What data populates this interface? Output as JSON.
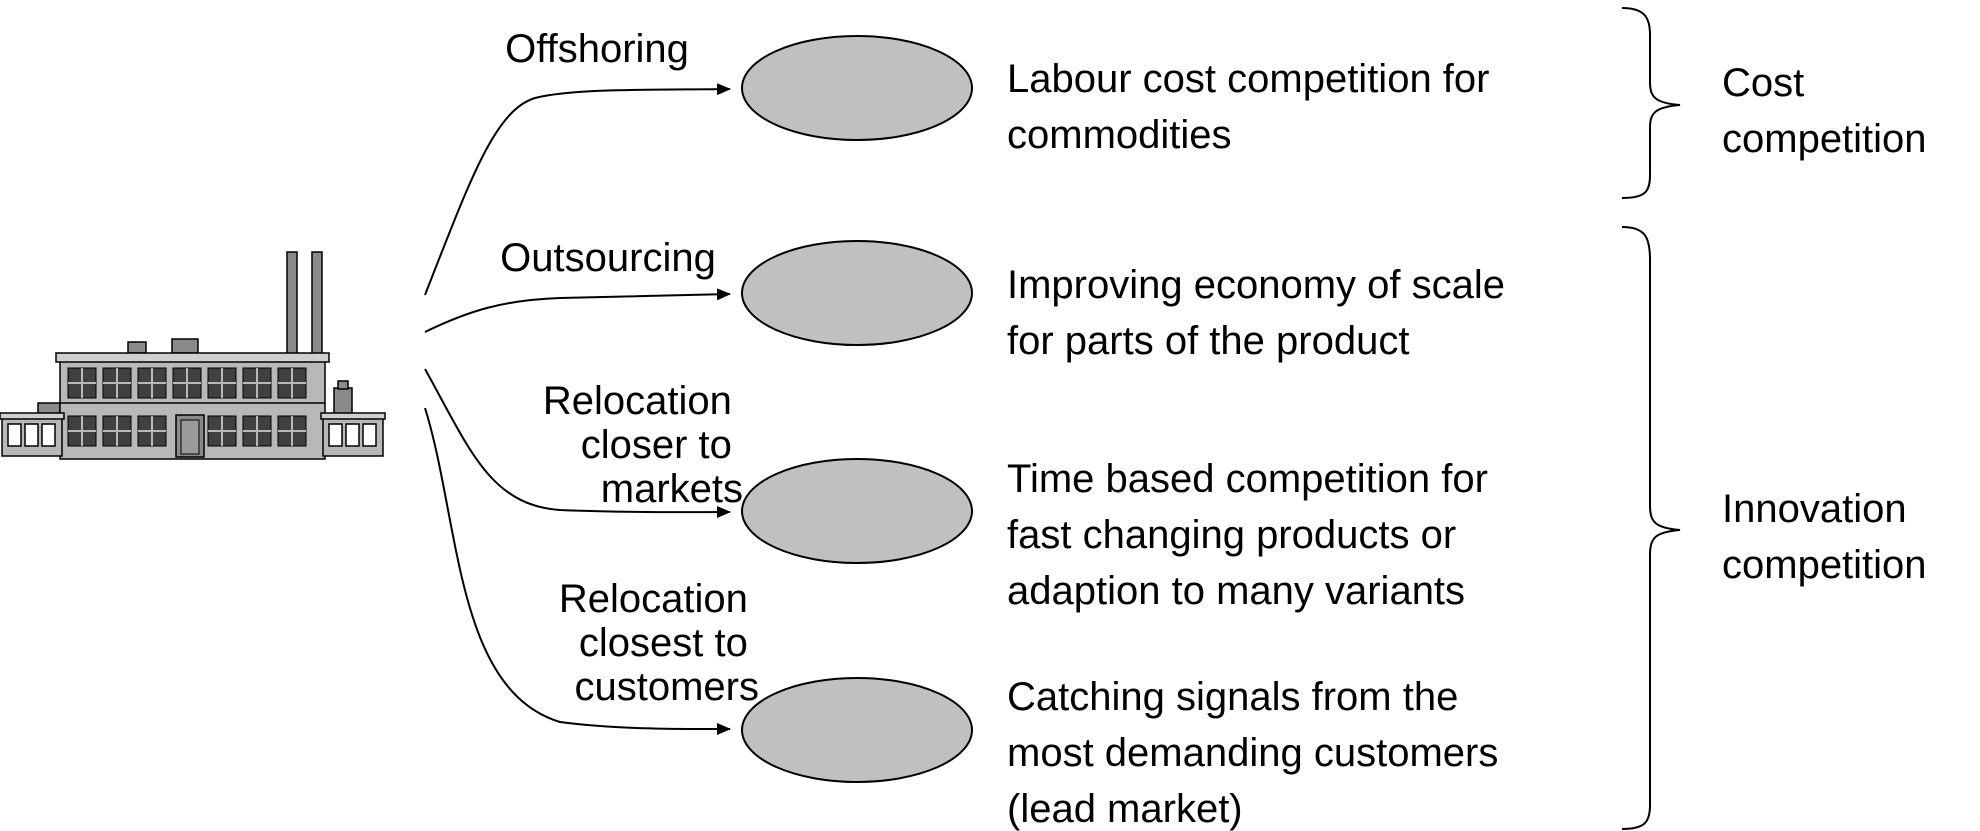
{
  "diagram": {
    "colors": {
      "ellipse_fill": "#c0c0c0",
      "stroke": "#000000",
      "factory_body": "#b8b8b8",
      "factory_window": "#404040"
    },
    "source_icon": "factory-icon",
    "strategies": [
      {
        "label_lines": [
          "Offshoring"
        ],
        "description_lines": [
          "Labour cost competition for",
          "commodities"
        ]
      },
      {
        "label_lines": [
          "Outsourcing"
        ],
        "description_lines": [
          "Improving economy of scale",
          "for parts of the product"
        ]
      },
      {
        "label_lines": [
          "Relocation",
          "closer to",
          "markets"
        ],
        "description_lines": [
          "Time based competition for",
          "fast changing products or",
          "adaption to many variants"
        ]
      },
      {
        "label_lines": [
          "Relocation",
          "closest to",
          "customers"
        ],
        "description_lines": [
          "Catching signals from the",
          "most demanding customers",
          "(lead market)"
        ]
      }
    ],
    "groups": [
      {
        "label_lines": [
          "Cost",
          "competition"
        ]
      },
      {
        "label_lines": [
          "Innovation",
          "competition"
        ]
      }
    ]
  }
}
